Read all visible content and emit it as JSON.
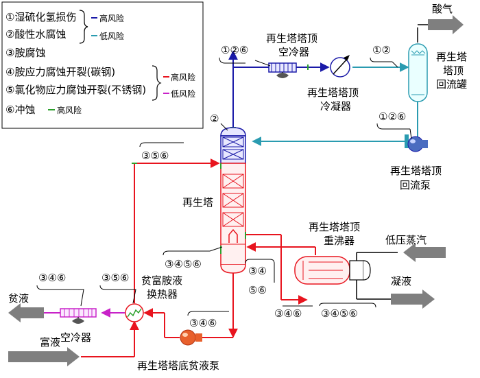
{
  "legend": {
    "items": [
      "①湿硫化氢损伤",
      "②酸性水腐蚀",
      "③胺腐蚀",
      "④胺应力腐蚀开裂(碳钢)",
      "⑤氯化物应力腐蚀开裂(不锈钢)",
      "⑥冲蚀"
    ],
    "high": "高风险",
    "low": "低风险"
  },
  "equipment": {
    "air_cooler_top_1": "再生塔塔顶",
    "air_cooler_top_2": "空冷器",
    "condenser_1": "再生塔塔顶",
    "condenser_2": "冷凝器",
    "reflux_drum_1": "再生塔",
    "reflux_drum_2": "塔顶",
    "reflux_drum_3": "回流罐",
    "reflux_pump_1": "再生塔塔顶",
    "reflux_pump_2": "回流泵",
    "regenerator": "再生塔",
    "reboiler_1": "再生塔塔顶",
    "reboiler_2": "重沸器",
    "exchanger_1": "贫富胺液",
    "exchanger_2": "换热器",
    "air_cooler_bottom": "空冷器",
    "bottom_pump": "再生塔塔底贫液泵"
  },
  "streams": {
    "acid_gas": "酸气",
    "lp_steam": "低压蒸汽",
    "condensate": "凝液",
    "lean": "贫液",
    "rich": "富液"
  },
  "markers": {
    "air_cooler_top": "①②⑥",
    "reflux_line": "①②",
    "pump_out": "①②⑥",
    "column_top": "②",
    "feed_line": "③⑤⑥",
    "column_side_left": "③④⑤⑥",
    "column_bottom_a": "③④",
    "column_bottom_b": "⑤⑥",
    "reboiler_in": "③④⑥",
    "reboiler_body": "③④⑤⑥",
    "exchanger_top": "③⑤⑥",
    "air_cooler_bottom": "③④⑥",
    "pump_bottom": "③④⑥"
  },
  "colors": {
    "high_blue": "#1a1aa8",
    "low_cyan": "#2a9bb0",
    "high_red": "#e8141e",
    "low_magenta": "#c822c8",
    "high_green": "#2ca02c",
    "arrow_gray": "#7f7f7f"
  }
}
